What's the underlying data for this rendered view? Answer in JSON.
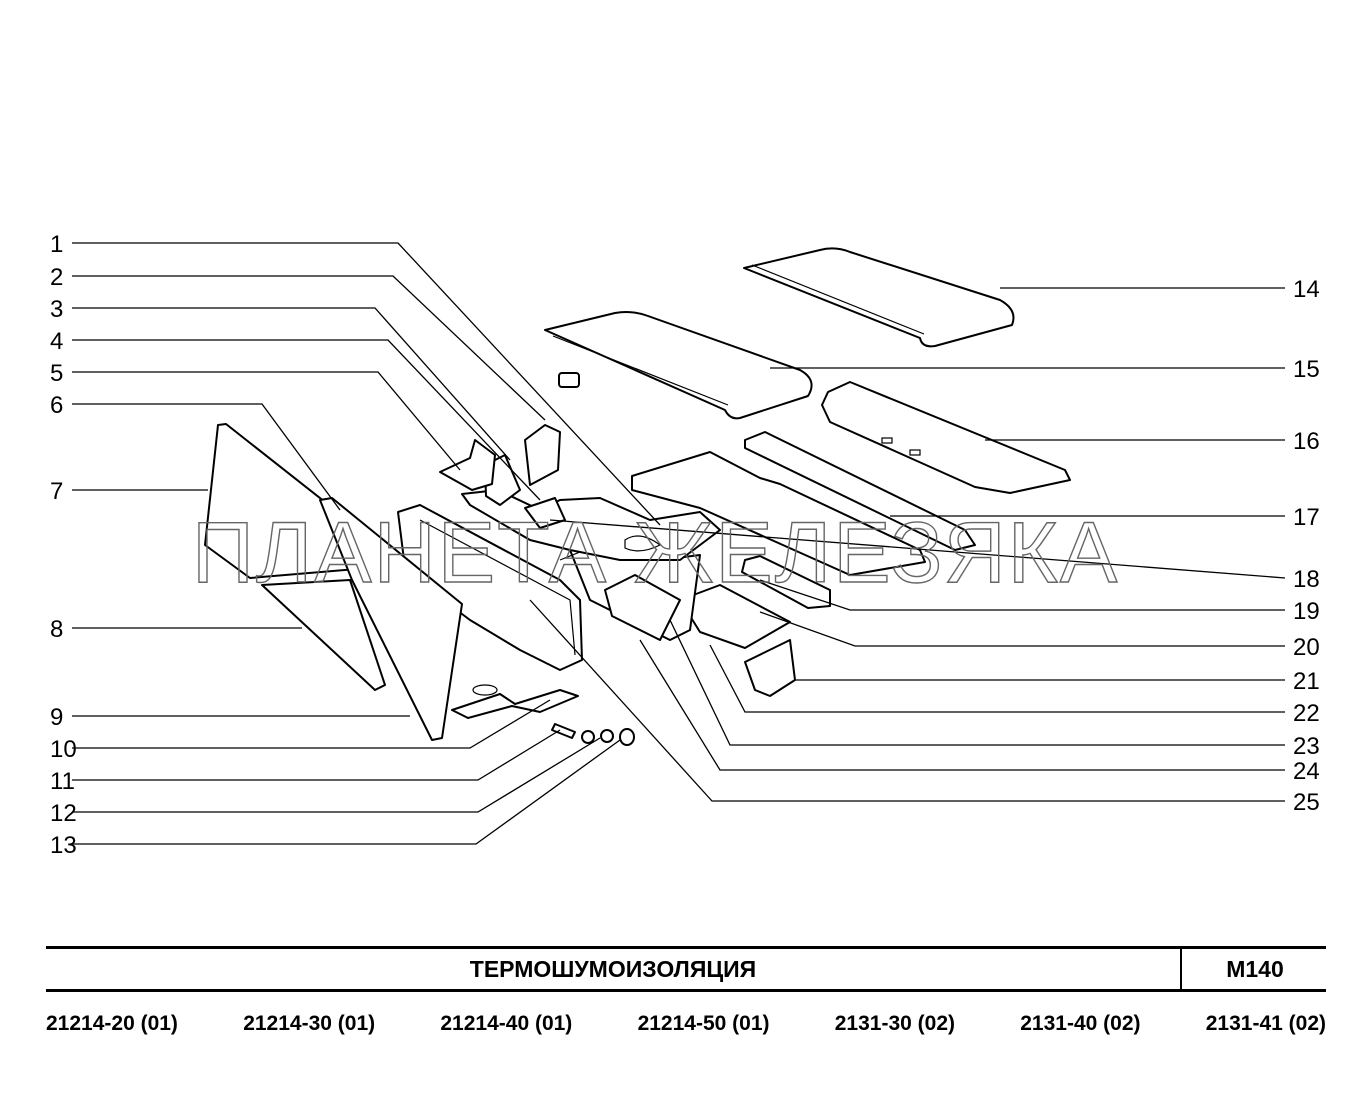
{
  "watermark": "ПЛАНЕТА ЖЕЛЕЗЯКА",
  "callouts_left": [
    "1",
    "2",
    "3",
    "4",
    "5",
    "6",
    "7",
    "8",
    "9",
    "10",
    "11",
    "12",
    "13"
  ],
  "callouts_right": [
    "14",
    "15",
    "16",
    "17",
    "18",
    "19",
    "20",
    "21",
    "22",
    "23",
    "24",
    "25"
  ],
  "title_block": {
    "title": "ТЕРМОШУМОИЗОЛЯЦИЯ",
    "code": "М140"
  },
  "models": [
    "21214-20 (01)",
    "21214-30 (01)",
    "21214-40 (01)",
    "21214-50 (01)",
    "2131-30 (02)",
    "2131-40 (02)",
    "2131-41 (02)"
  ]
}
